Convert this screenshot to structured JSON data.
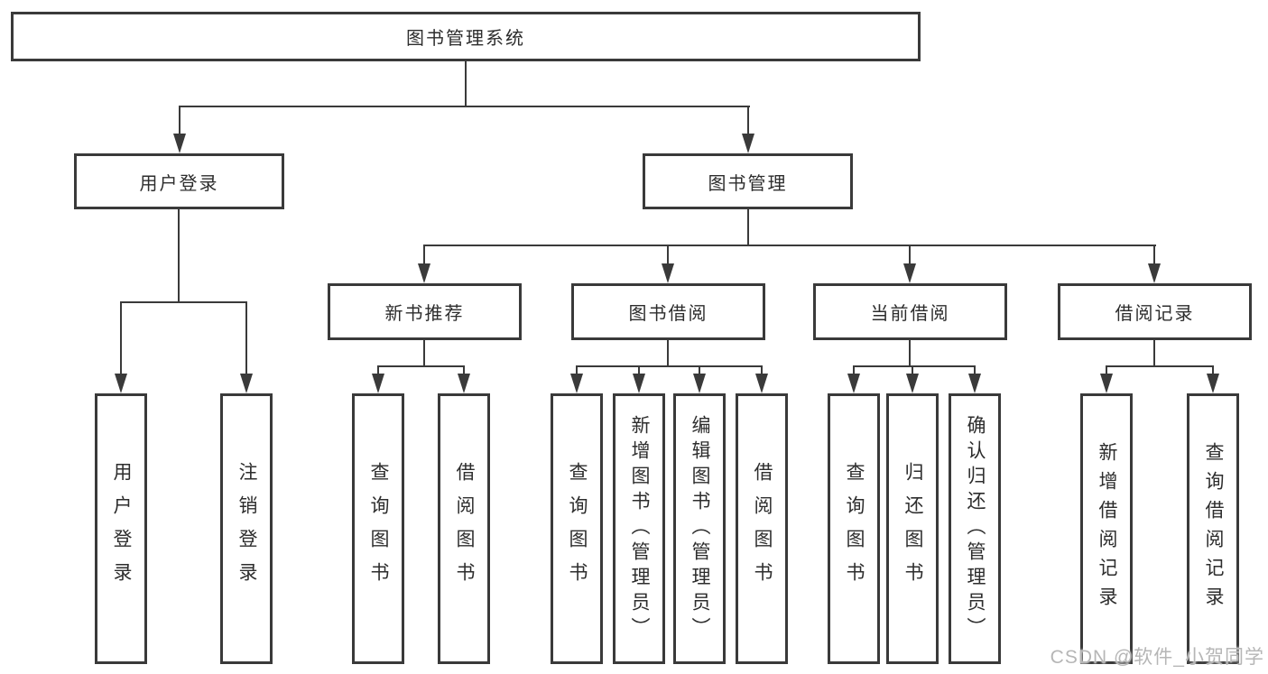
{
  "tree": {
    "root": "图书管理系统",
    "children": [
      {
        "label": "用户登录",
        "children": [
          {
            "label": "用户登录"
          },
          {
            "label": "注销登录"
          }
        ]
      },
      {
        "label": "图书管理",
        "children": [
          {
            "label": "新书推荐",
            "children": [
              {
                "label": "查询图书"
              },
              {
                "label": "借阅图书"
              }
            ]
          },
          {
            "label": "图书借阅",
            "children": [
              {
                "label": "查询图书"
              },
              {
                "label": "新增图书（管理员）"
              },
              {
                "label": "编辑图书（管理员）"
              },
              {
                "label": "借阅图书"
              }
            ]
          },
          {
            "label": "当前借阅",
            "children": [
              {
                "label": "查询图书"
              },
              {
                "label": "归还图书"
              },
              {
                "label": "确认归还（管理员）"
              }
            ]
          },
          {
            "label": "借阅记录",
            "children": [
              {
                "label": "新增借阅记录"
              },
              {
                "label": "查询借阅记录"
              }
            ]
          }
        ]
      }
    ]
  },
  "watermark": "CSDN @软件_小贺同学",
  "colors": {
    "line": "#3a3a3a",
    "box_fill": "#ffffff",
    "text": "#2d2d2d",
    "watermark": "#b2b2b2"
  }
}
